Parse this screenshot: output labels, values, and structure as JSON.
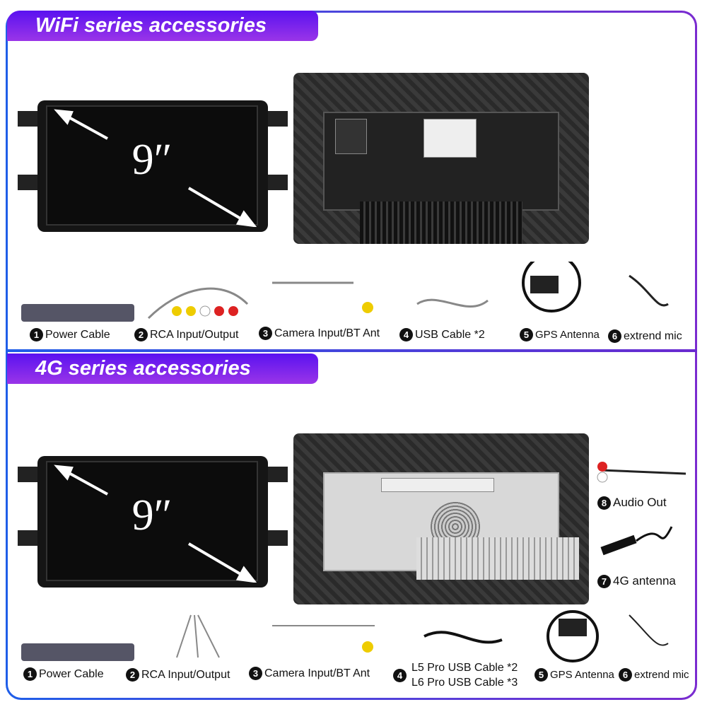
{
  "wifi": {
    "title": "WiFi series accessories",
    "screen_size": "9″",
    "items": [
      {
        "n": "1",
        "label": "Power Cable"
      },
      {
        "n": "2",
        "label": "RCA Input/Output"
      },
      {
        "n": "3",
        "label": "Camera Input/BT Ant"
      },
      {
        "n": "4",
        "label": "USB Cable *2"
      },
      {
        "n": "5",
        "label": "GPS Antenna"
      },
      {
        "n": "6",
        "label": "extrend mic"
      }
    ]
  },
  "g4": {
    "title": "4G series accessories",
    "screen_size": "9″",
    "items": [
      {
        "n": "1",
        "label": "Power Cable"
      },
      {
        "n": "2",
        "label": "RCA Input/Output"
      },
      {
        "n": "3",
        "label": "Camera Input/BT Ant"
      },
      {
        "n": "4",
        "label": "L5 Pro USB Cable *2",
        "label2": "L6 Pro USB Cable *3"
      },
      {
        "n": "5",
        "label": "GPS Antenna"
      },
      {
        "n": "6",
        "label": "extrend mic"
      },
      {
        "n": "8",
        "label": "Audio Out"
      },
      {
        "n": "7",
        "label": "4G antenna"
      }
    ]
  },
  "colors": {
    "border_start": "#1f5ee8",
    "border_end": "#7a2bd0",
    "header": "#6a1ef0"
  }
}
